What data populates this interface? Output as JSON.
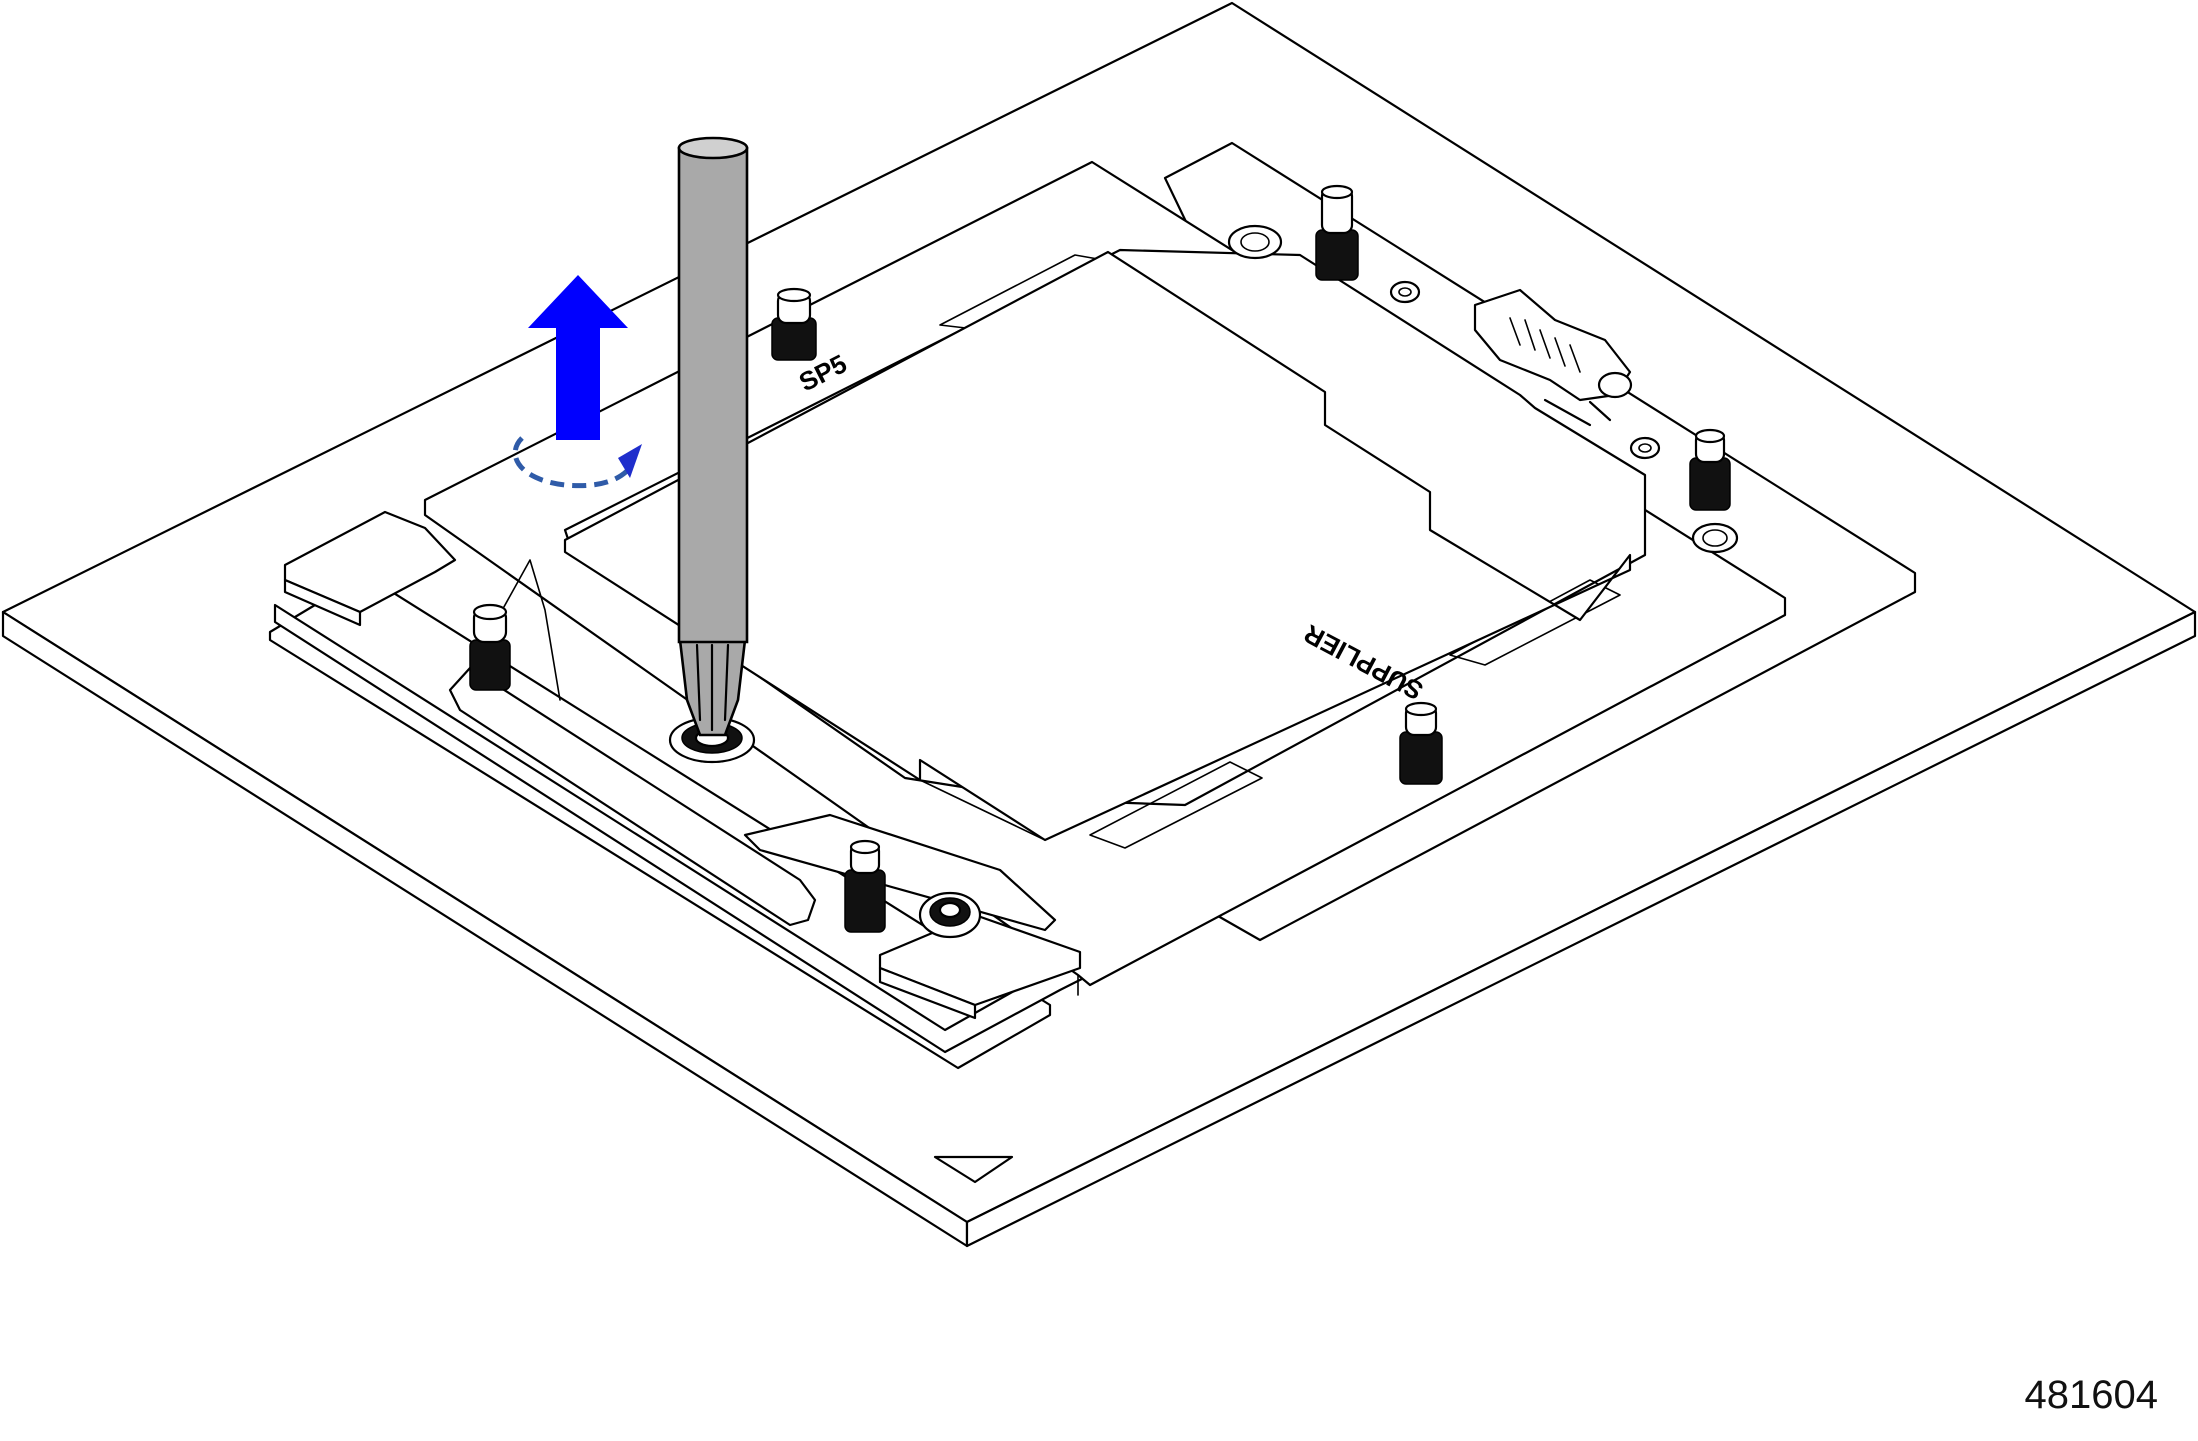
{
  "labels": {
    "sp5": "SP5",
    "supplier": "SUPPLIER"
  },
  "figure_number": "481604",
  "icons": {
    "lift_arrow": "up-arrow-icon",
    "rotation": "counterclockwise-rotation-icon",
    "orientation_mark": "triangle-icon"
  },
  "colors": {
    "arrow": "#0000FF",
    "rotation": "#2F5BA8",
    "driver": "#A9A9A9"
  }
}
